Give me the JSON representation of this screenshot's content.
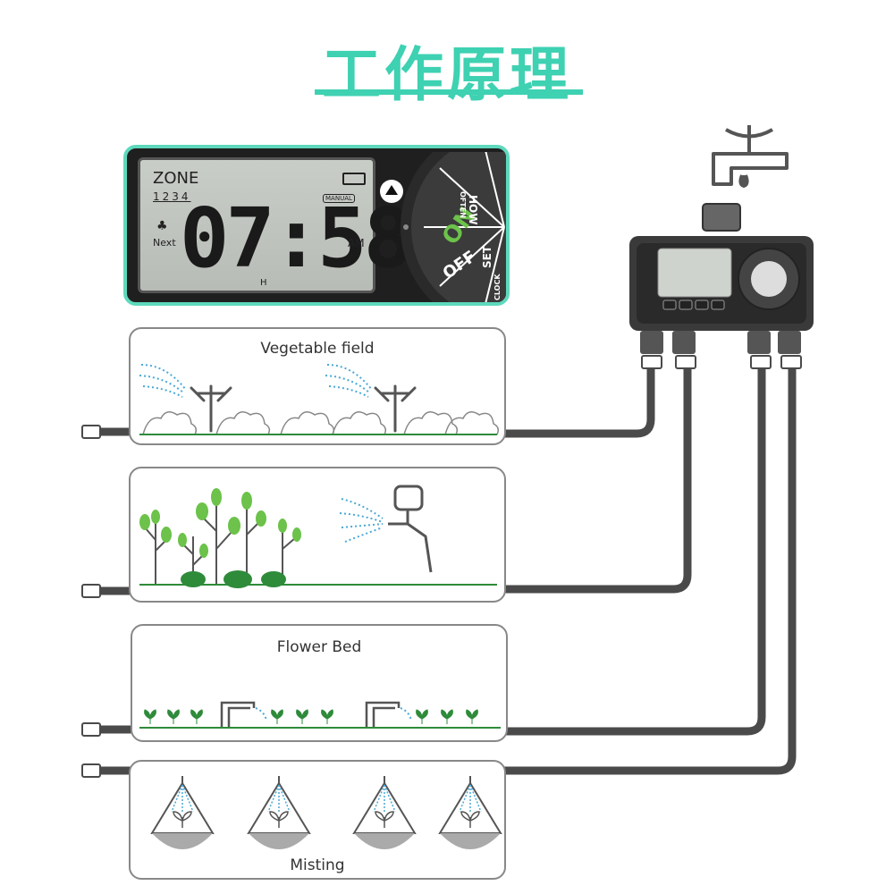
{
  "title": "工作原理",
  "timer": {
    "zone_label": "ZONE",
    "zone_numbers": "1234",
    "next_label": "Next",
    "time": "07:58",
    "hour_marker": "H",
    "ampm": "AM",
    "manual_label": "MANUAL",
    "dial": {
      "on_label": "ON",
      "off_label": "OFF",
      "how_label": "HOW",
      "often_label": "OFTEN",
      "set_label": "SET",
      "clock_label": "CLOCK"
    }
  },
  "zones": [
    {
      "label": "Vegetable field"
    },
    {
      "label": ""
    },
    {
      "label": "Flower Bed"
    },
    {
      "label": "Misting"
    }
  ],
  "colors": {
    "accent": "#3ed1b2",
    "on": "#6cc24a",
    "hose": "#4a4a4a",
    "water": "#4aa8d6",
    "plant": "#2e8b3a"
  }
}
